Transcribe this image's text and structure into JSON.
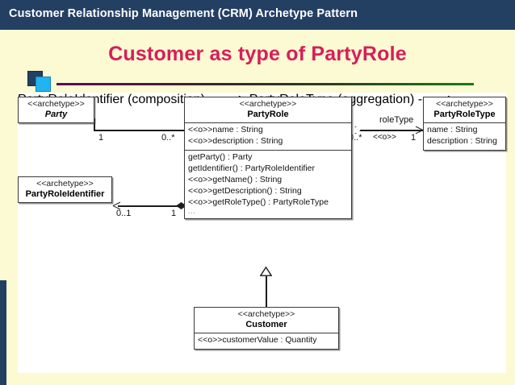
{
  "header": {
    "title": "Customer Relationship Management (CRM) Archetype Pattern",
    "bg_color": "#234063"
  },
  "slide": {
    "title": "Customer as type of PartyRole",
    "title_color": "#d81d5a",
    "background_color": "#fbfad2",
    "canvas_color": "#ffffff",
    "accent_bar_color": "#234063"
  },
  "decoration": {
    "square_dark_color": "#234063",
    "square_cyan_color": "#22b3f3",
    "rule_gradient_start": "#5c0a5c",
    "rule_gradient_end": "#1a7a1a"
  },
  "diagram": {
    "type": "uml-class-diagram",
    "classes": [
      {
        "id": "party",
        "stereotype": "<<archetype>>",
        "name": "Party",
        "abstract": true,
        "attributes": [],
        "operations": []
      },
      {
        "id": "party-role-identifier",
        "stereotype": "<<archetype>>",
        "name": "PartyRoleIdentifier",
        "abstract": false,
        "attributes": [],
        "operations": []
      },
      {
        "id": "party-role",
        "stereotype": "<<archetype>>",
        "name": "PartyRole",
        "abstract": false,
        "attributes": [
          "<<o>>name : String",
          "<<o>>description : String"
        ],
        "operations": [
          "getParty() : Party",
          "getIdentifier() : PartyRoleIdentifier",
          "<<o>>getName() : String",
          "<<o>>getDescription() : String",
          "<<o>>getRoleType() : PartyRoleType"
        ],
        "operations_more": "..."
      },
      {
        "id": "party-role-type",
        "stereotype": "<<archetype>>",
        "name": "PartyRoleType",
        "abstract": false,
        "attributes": [
          "name : String",
          "description : String"
        ],
        "operations": []
      },
      {
        "id": "customer",
        "stereotype": "<<archetype>>",
        "name": "Customer",
        "abstract": false,
        "attributes": [
          "<<o>>customerValue : Quantity"
        ],
        "operations": []
      }
    ],
    "relationships": [
      {
        "id": "party-to-partyrole",
        "kind": "association",
        "source": "party",
        "target": "party-role",
        "source_multiplicity": "1",
        "target_multiplicity": "0..*"
      },
      {
        "id": "partyrole-to-identifier",
        "kind": "composition",
        "source": "party-role",
        "target": "party-role-identifier",
        "source_multiplicity": "1",
        "target_multiplicity": "0..1"
      },
      {
        "id": "partyrole-to-roletype",
        "kind": "aggregation",
        "source": "party-role",
        "target": "party-role-type",
        "role_label": "roleType",
        "stereotype_label": "<<o>>",
        "source_multiplicity": "0..*",
        "target_multiplicity": "1"
      },
      {
        "id": "customer-generalizes-partyrole",
        "kind": "generalization",
        "source": "customer",
        "target": "party-role"
      }
    ]
  }
}
